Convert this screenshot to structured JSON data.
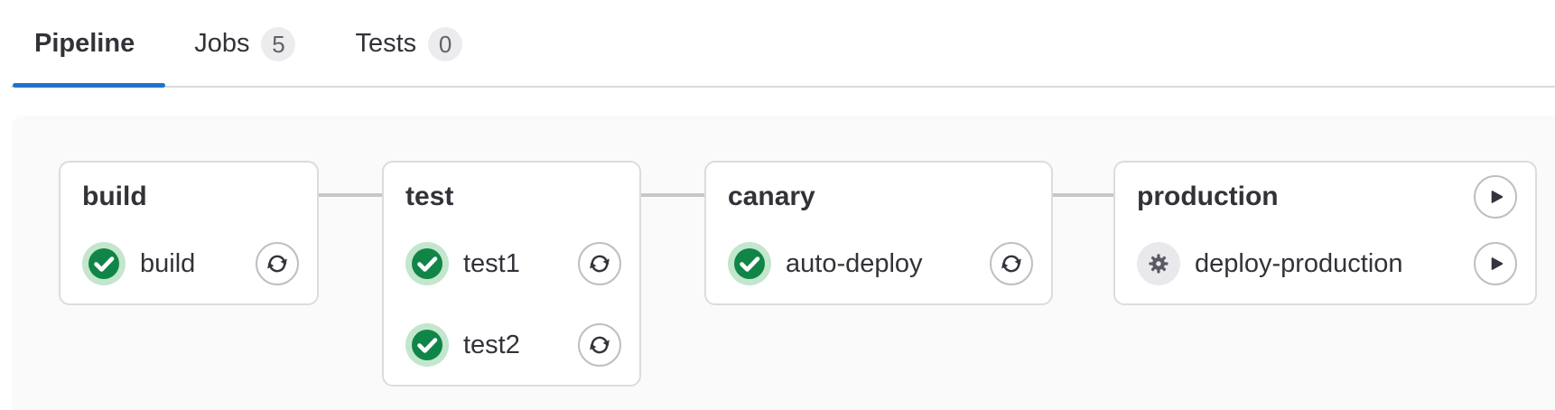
{
  "tabs": [
    {
      "label": "Pipeline",
      "badge": null,
      "active": true
    },
    {
      "label": "Jobs",
      "badge": "5",
      "active": false
    },
    {
      "label": "Tests",
      "badge": "0",
      "active": false
    }
  ],
  "pipeline": {
    "stages": [
      {
        "name": "build",
        "jobs": [
          {
            "name": "build",
            "status": "success",
            "status_icon": "check-circle-icon",
            "action": "retry",
            "action_icon": "retry-icon"
          }
        ]
      },
      {
        "name": "test",
        "jobs": [
          {
            "name": "test1",
            "status": "success",
            "status_icon": "check-circle-icon",
            "action": "retry",
            "action_icon": "retry-icon"
          },
          {
            "name": "test2",
            "status": "success",
            "status_icon": "check-circle-icon",
            "action": "retry",
            "action_icon": "retry-icon"
          }
        ]
      },
      {
        "name": "canary",
        "jobs": [
          {
            "name": "auto-deploy",
            "status": "success",
            "status_icon": "check-circle-icon",
            "action": "retry",
            "action_icon": "retry-icon"
          }
        ]
      },
      {
        "name": "production",
        "stage_action": "play",
        "stage_action_icon": "play-icon",
        "jobs": [
          {
            "name": "deploy-production",
            "status": "manual",
            "status_icon": "gear-icon",
            "action": "play",
            "action_icon": "play-icon"
          }
        ]
      }
    ]
  },
  "colors": {
    "active_tab_underline": "#1f75cb",
    "tab_border": "#dcdcde",
    "badge_bg": "#ececef",
    "badge_text": "#626168",
    "pipeline_bg": "#fafafa",
    "card_bg": "#ffffff",
    "card_border": "#dcdcde",
    "connector": "#c7c7cb",
    "success_green": "#108548",
    "success_halo": "#c3e6cd",
    "manual_gear": "#5b5a64",
    "manual_halo": "#e9e9ed",
    "action_icon": "#35343c",
    "action_border": "#bfbfc4",
    "text": "#333238"
  }
}
